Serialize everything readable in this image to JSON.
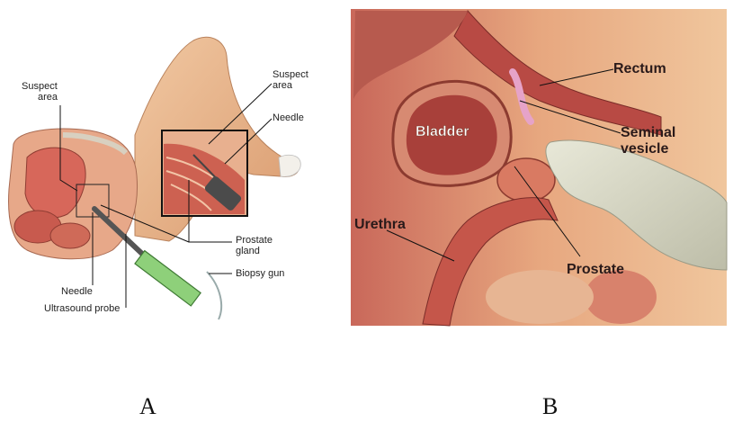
{
  "panel_a": {
    "letter": "A",
    "labels": {
      "suspect_area_left_1": "Suspect",
      "suspect_area_left_2": "area",
      "suspect_area_inset_1": "Suspect",
      "suspect_area_inset_2": "area",
      "needle_inset": "Needle",
      "prostate_gland_1": "Prostate",
      "prostate_gland_2": "gland",
      "biopsy_gun": "Biopsy gun",
      "needle_bottom": "Needle",
      "ultrasound_probe": "Ultrasound probe"
    }
  },
  "panel_b": {
    "letter": "B",
    "labels": {
      "rectum": "Rectum",
      "bladder": "Bladder",
      "seminal_1": "Seminal",
      "seminal_2": "vesicle",
      "urethra": "Urethra",
      "prostate": "Prostate"
    }
  },
  "colors": {
    "skin": "#e6b48d",
    "tissue_red": "#c84b46",
    "tissue_light": "#e9a08e",
    "glove": "#dcdccb"
  }
}
